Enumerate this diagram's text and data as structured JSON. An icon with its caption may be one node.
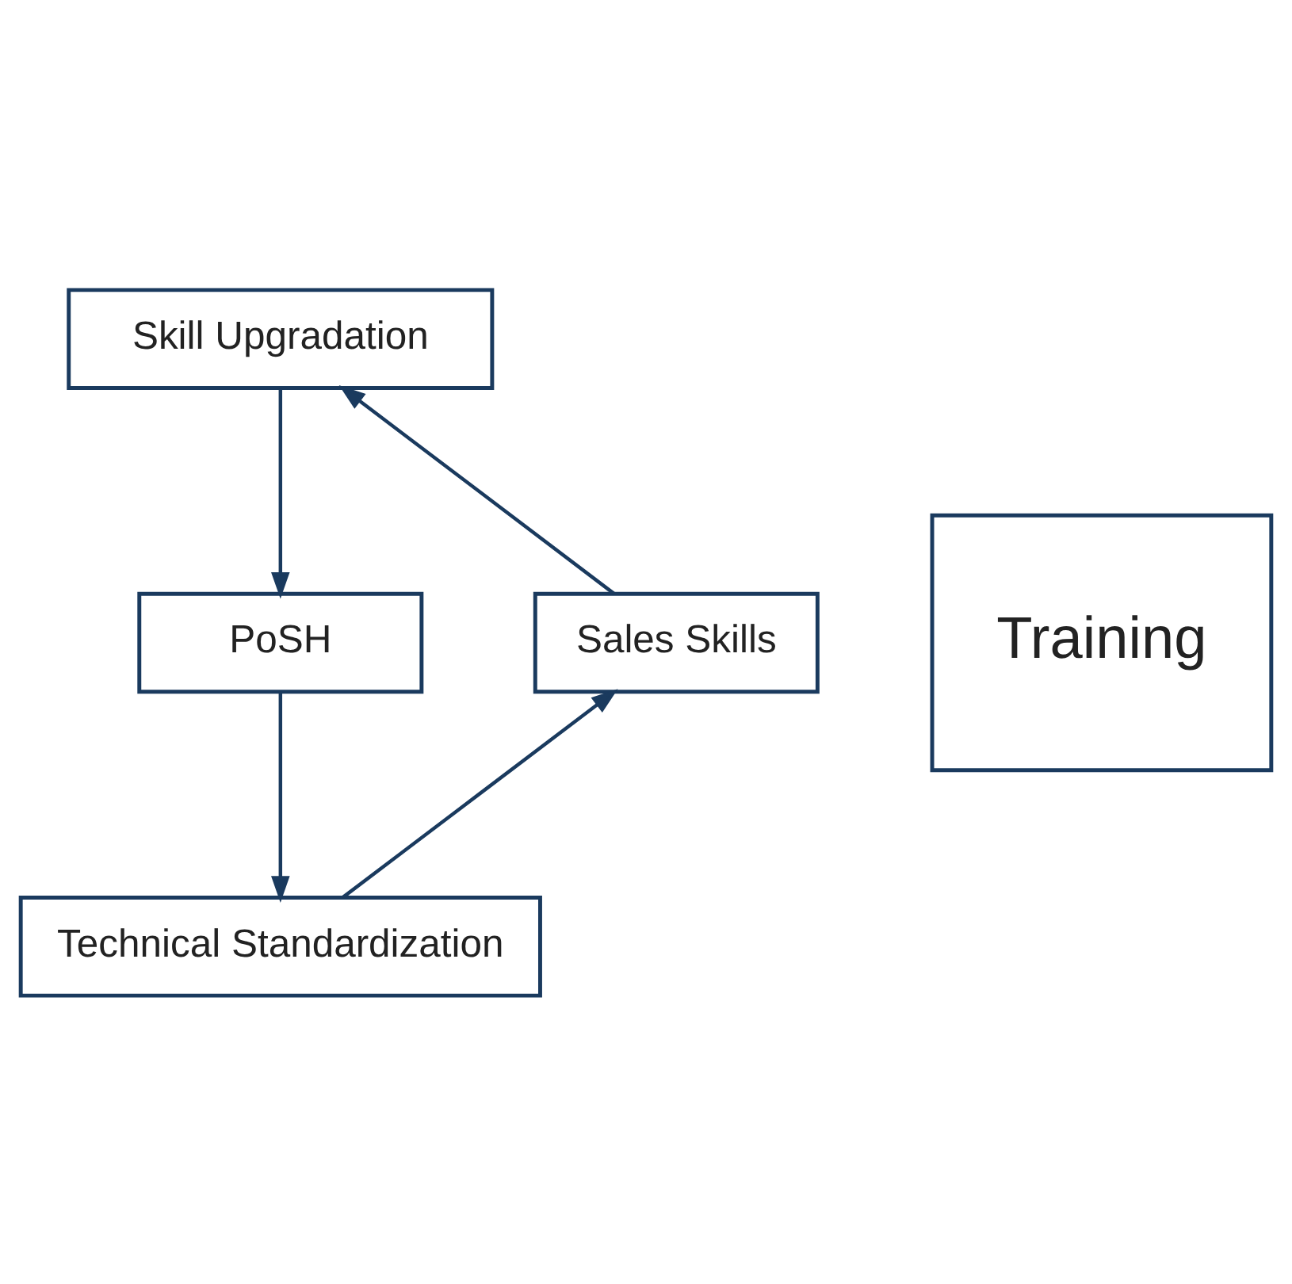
{
  "diagram": {
    "nodes": [
      {
        "text": [
          "Skill Upgradation"
        ]
      },
      {
        "text": [
          "Sales Skills"
        ]
      },
      {
        "text": [
          "Training"
        ]
      },
      {
        "text": [
          "PoSH"
        ]
      },
      {
        "text": [
          "Technical Standardization"
        ]
      }
    ],
    "edges": [
      {
        "from": 1,
        "to": 0,
        "arrow": "to"
      },
      {
        "from": 0,
        "to": 3,
        "arrow": "to"
      },
      {
        "from": 3,
        "to": 4,
        "arrow": "to"
      },
      {
        "from": 4,
        "to": 1,
        "arrow": "to"
      }
    ]
  }
}
